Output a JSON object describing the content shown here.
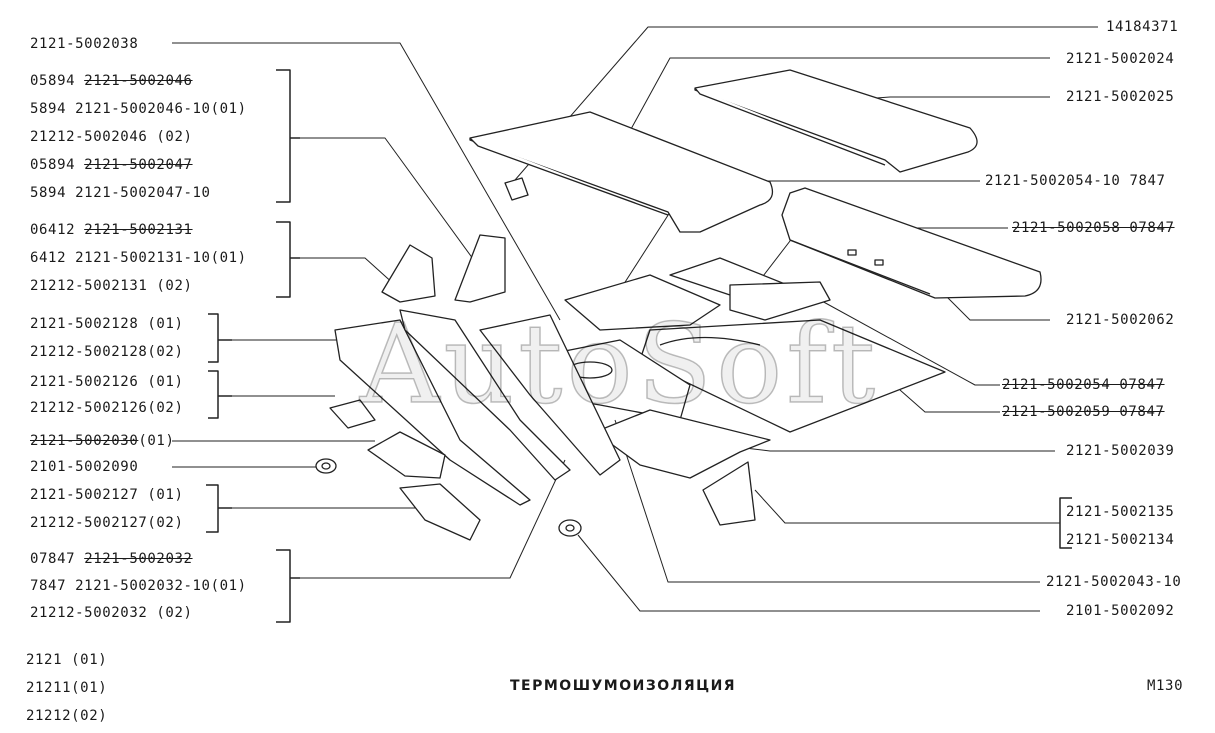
{
  "title": "ТЕРМОШУМОИЗОЛЯЦИЯ",
  "figure_code": "М130",
  "watermark": "AutoSoft",
  "left_labels": [
    {
      "prefix": "",
      "part": "2121-5002038",
      "suffix": "",
      "struck": false
    },
    {
      "prefix": "05894 ",
      "part": "2121-5002046",
      "suffix": "",
      "struck": true
    },
    {
      "prefix": "5894 ",
      "part": "2121-5002046-10",
      "suffix": "(01)",
      "struck": false
    },
    {
      "prefix": "",
      "part": "21212-5002046",
      "suffix": " (02)",
      "struck": false
    },
    {
      "prefix": "05894 ",
      "part": "2121-5002047",
      "suffix": "",
      "struck": true
    },
    {
      "prefix": "5894 ",
      "part": "2121-5002047-10",
      "suffix": "",
      "struck": false
    },
    {
      "prefix": "06412 ",
      "part": "2121-5002131",
      "suffix": "",
      "struck": true
    },
    {
      "prefix": "6412 ",
      "part": "2121-5002131-10",
      "suffix": "(01)",
      "struck": false
    },
    {
      "prefix": "",
      "part": "21212-5002131",
      "suffix": " (02)",
      "struck": false
    },
    {
      "prefix": "",
      "part": "2121-5002128",
      "suffix": " (01)",
      "struck": false
    },
    {
      "prefix": "",
      "part": "21212-5002128",
      "suffix": "(02)",
      "struck": false
    },
    {
      "prefix": "",
      "part": "2121-5002126",
      "suffix": " (01)",
      "struck": false
    },
    {
      "prefix": "",
      "part": "21212-5002126",
      "suffix": "(02)",
      "struck": false
    },
    {
      "prefix": "",
      "part": "2121-5002030",
      "suffix": "(01)",
      "struck": true
    },
    {
      "prefix": "",
      "part": "2101-5002090",
      "suffix": "",
      "struck": false
    },
    {
      "prefix": "",
      "part": "2121-5002127",
      "suffix": " (01)",
      "struck": false
    },
    {
      "prefix": "",
      "part": "21212-5002127",
      "suffix": "(02)",
      "struck": false
    },
    {
      "prefix": "07847 ",
      "part": "2121-5002032",
      "suffix": "",
      "struck": true
    },
    {
      "prefix": "7847 ",
      "part": "2121-5002032-10",
      "suffix": "(01)",
      "struck": false
    },
    {
      "prefix": "",
      "part": "21212-5002032",
      "suffix": " (02)",
      "struck": false
    }
  ],
  "right_labels": [
    {
      "text": "14184371",
      "struck": false
    },
    {
      "text": "2121-5002024",
      "struck": false
    },
    {
      "text": "2121-5002025",
      "struck": false
    },
    {
      "text": "2121-5002054-10 7847",
      "struck": false
    },
    {
      "text": "2121-5002058 07847",
      "struck": true
    },
    {
      "text": "2121-5002062",
      "struck": false
    },
    {
      "text": "2121-5002054 07847",
      "struck": true
    },
    {
      "text": "2121-5002059 07847",
      "struck": true
    },
    {
      "text": "2121-5002039",
      "struck": false
    },
    {
      "text": "2121-5002135",
      "struck": false
    },
    {
      "text": "2121-5002134",
      "struck": false
    },
    {
      "text": "2121-5002043-10",
      "struck": false
    },
    {
      "text": "2101-5002092",
      "struck": false
    }
  ],
  "models": [
    "2121 (01)",
    "21211(01)",
    "21212(02)"
  ]
}
